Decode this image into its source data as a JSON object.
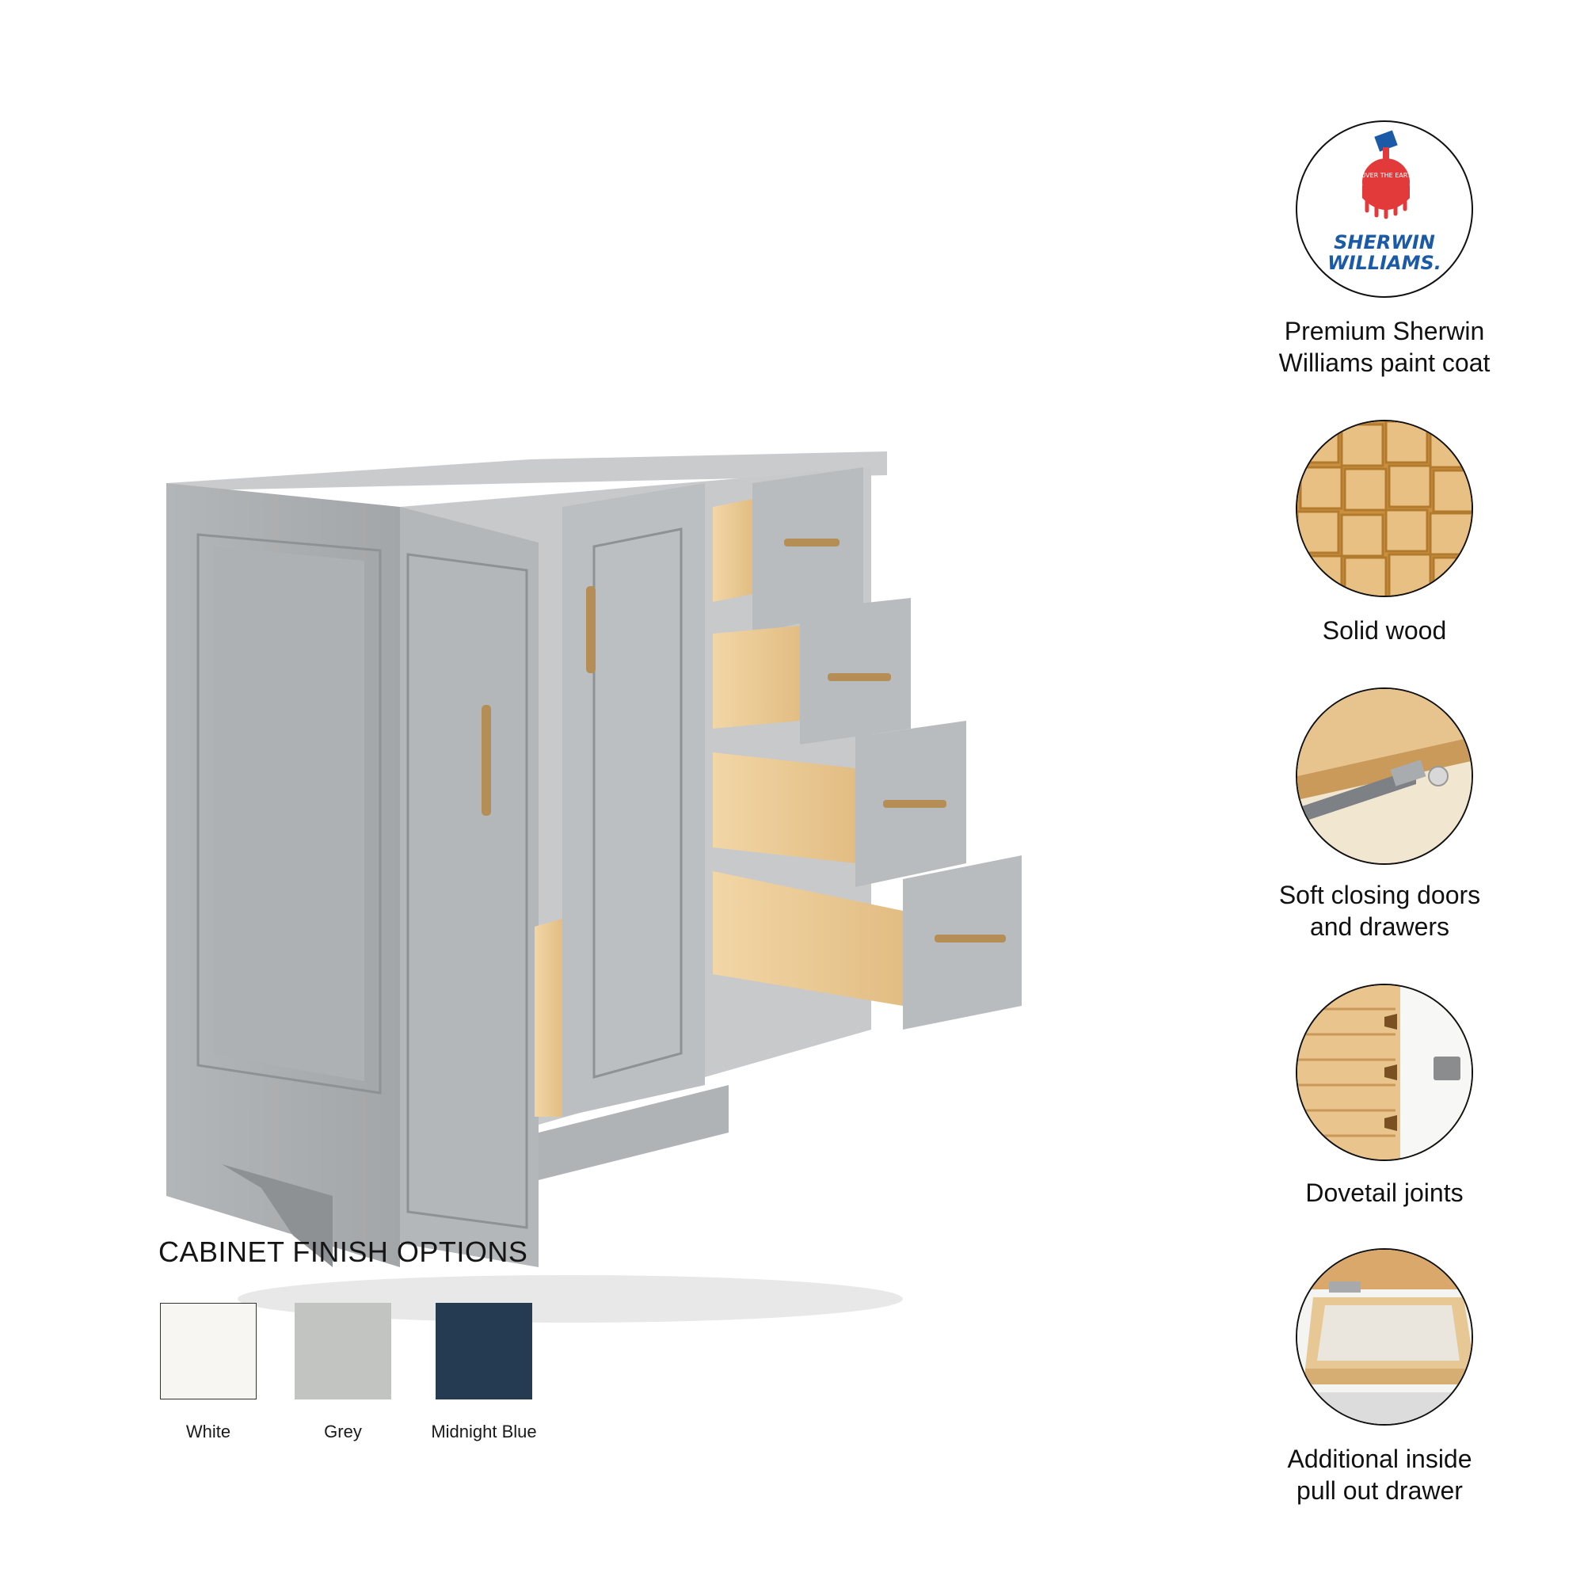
{
  "finish": {
    "title": "CABINET FINISH OPTIONS",
    "options": [
      {
        "label": "White",
        "color": "#f7f6f2"
      },
      {
        "label": "Grey",
        "color": "#c2c4c1"
      },
      {
        "label": "Midnight Blue",
        "color": "#253b52"
      }
    ]
  },
  "features": [
    {
      "label_line1": "Premium Sherwin",
      "label_line2": "Williams paint coat",
      "icon": "sherwin-williams-logo"
    },
    {
      "label_line1": "Solid wood",
      "label_line2": "",
      "icon": "wood-blocks-image"
    },
    {
      "label_line1": "Soft closing doors",
      "label_line2": "and drawers",
      "icon": "drawer-slide-image"
    },
    {
      "label_line1": "Dovetail joints",
      "label_line2": "",
      "icon": "dovetail-joint-image"
    },
    {
      "label_line1": "Additional inside",
      "label_line2": "pull out drawer",
      "icon": "pull-out-drawer-image"
    }
  ],
  "logo": {
    "line1": "SHERWIN",
    "line2": "WILLIAMS.",
    "globe_text": "COVER THE EARTH"
  },
  "colors": {
    "cabinet_grey": "#a9acae",
    "wood": "#e9c995",
    "hardware_gold": "#b58e55",
    "logo_blue": "#1b5aa6",
    "logo_red": "#e23a3a"
  }
}
